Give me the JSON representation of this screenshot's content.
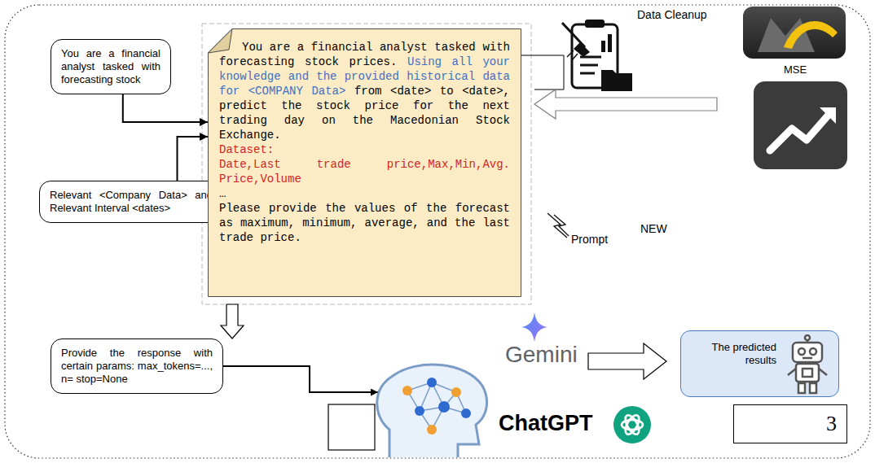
{
  "diagram": {
    "nodes": [
      {
        "text": [
          "You are a financial analyst tasked with forecasting stock"
        ]
      },
      {
        "text": [
          "Relevant <Company Data> and Relevant Interval <dates>"
        ]
      },
      {
        "text": [
          "You are a financial analyst tasked with forecasting stock prices.",
          "Using all your knowledge and the provided historical data for <COMPANY Data>",
          "from <date> to <date>, predict the stock price for the next trading day on the Macedonian Stock Exchange.",
          "Dataset:",
          "Date,Last trade price,Max,Min,Avg. Price,Volume",
          "…",
          "Please provide the values of the forecast as maximum, minimum, average, and the last trade price."
        ]
      },
      {
        "text": [
          "Provide the response with certain params: max_tokens=..., n= stop=None"
        ]
      },
      {
        "text": [
          "The predicted results"
        ]
      },
      {
        "text": [
          "3"
        ]
      }
    ],
    "edges": [
      {
        "from": 0,
        "to": 2,
        "arrow": "to"
      },
      {
        "from": 1,
        "to": 2,
        "arrow": "to"
      },
      {
        "from": 2,
        "to": 3,
        "arrow": "to"
      }
    ],
    "labels": [
      "Data Cleanup",
      "MSE",
      "NEW",
      "Prompt",
      "Gemini",
      "ChatGPT"
    ]
  }
}
